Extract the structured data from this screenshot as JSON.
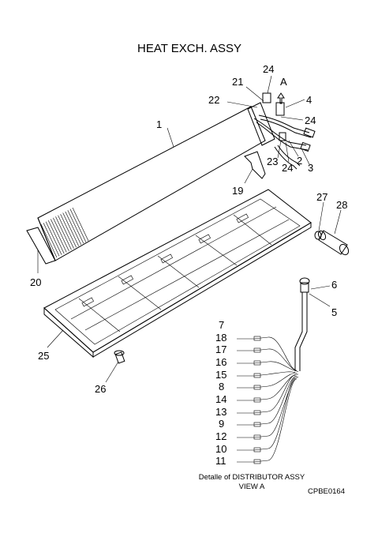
{
  "title": "HEAT EXCH. ASSY",
  "parts": {
    "p1": "1",
    "p2": "2",
    "p3": "3",
    "p4": "4",
    "p5": "5",
    "p6": "6",
    "p7": "7",
    "p8": "8",
    "p9": "9",
    "p10": "10",
    "p11": "11",
    "p12": "12",
    "p13": "13",
    "p14": "14",
    "p15": "15",
    "p16": "16",
    "p17": "17",
    "p18": "18",
    "p19": "19",
    "p20": "20",
    "p21": "21",
    "p22": "22",
    "p23": "23",
    "p24a": "24",
    "p24b": "24",
    "p24c": "24",
    "p25": "25",
    "p26": "26",
    "p27": "27",
    "p28": "28"
  },
  "view_marker": "A",
  "caption_line1": "Detalle of DISTRIBUTOR ASSY",
  "caption_line2": "VIEW A",
  "drawing_code": "CPBE0164"
}
